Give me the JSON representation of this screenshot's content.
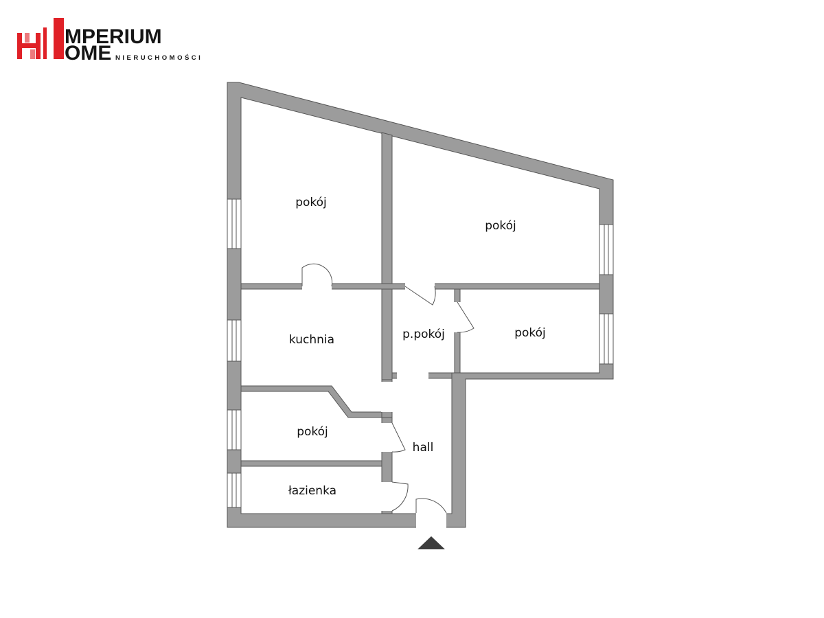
{
  "brand": {
    "line1": "MPERIUM",
    "line2": "OME",
    "tagline": "NIERUCHOMOŚCI",
    "colors": {
      "accent": "#e02127",
      "text": "#151515"
    }
  },
  "plan": {
    "colors": {
      "wall": "#9c9c9c",
      "wall_outline": "#555555",
      "floor": "#ffffff",
      "entrance_marker": "#3c3c3c"
    },
    "rooms": {
      "room_top_left": "pokój",
      "room_top_right": "pokój",
      "kitchen": "kuchnia",
      "passage_room": "p.pokój",
      "room_right": "pokój",
      "room_small": "pokój",
      "hall": "hall",
      "bathroom": "łazienka"
    },
    "entrance": "entrance-arrow-icon"
  }
}
